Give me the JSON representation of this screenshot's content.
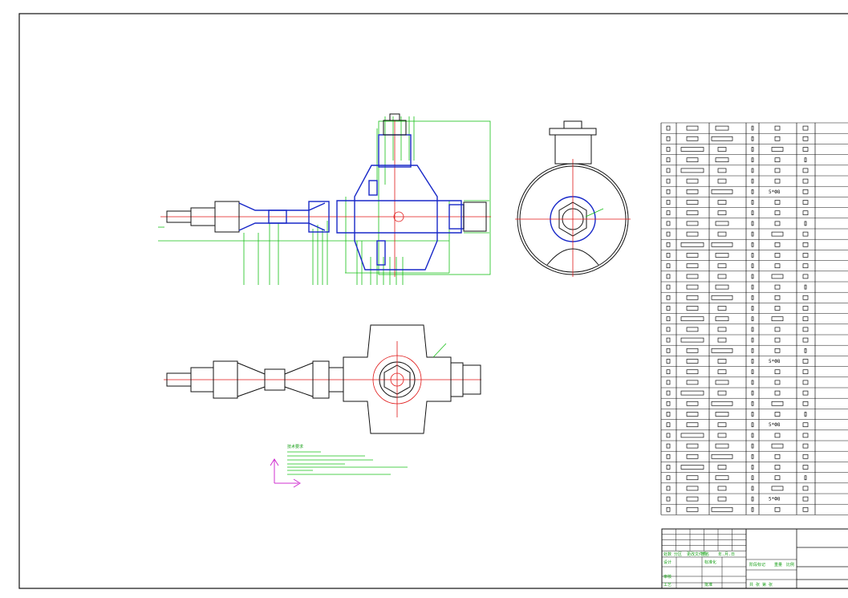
{
  "title_block": {
    "sign_labels": [
      "处数",
      "分区",
      "更改文件号",
      "签名",
      "年.月.日"
    ],
    "row_labels": [
      "设计",
      "审核",
      "工艺"
    ],
    "std_label": "标准化",
    "approve_label": "批准",
    "stage_label": "阶段标记",
    "weight_label": "重量",
    "scale_label": "比例",
    "bottom_label": "共 张 第 张"
  },
  "bom": {
    "special_codes": [
      "5*Ф8",
      "5*Ф8",
      "5*Ф8",
      "5*Ф8"
    ]
  },
  "annotation": {
    "label": "技术要求"
  },
  "colors": {
    "outline": "#111111",
    "section": "#1828c8",
    "center_line": "#e01818",
    "leader": "#18c018",
    "ucs": "#d030d0"
  }
}
